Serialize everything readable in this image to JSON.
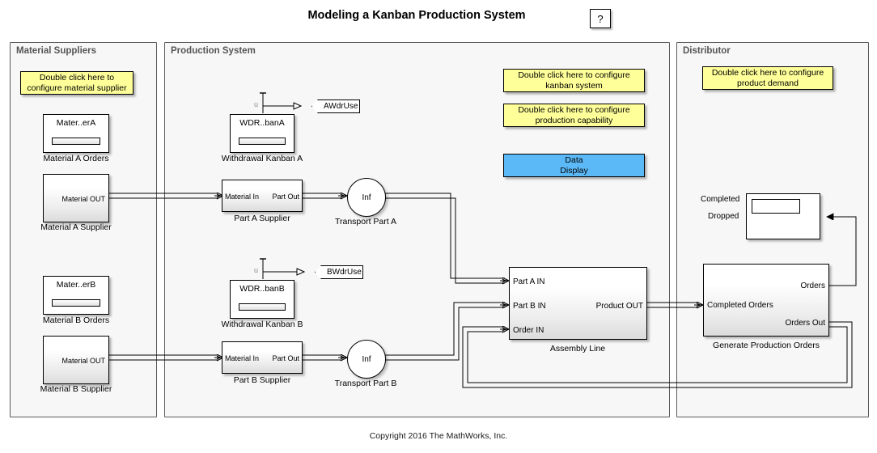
{
  "header": {
    "title": "Modeling a Kanban Production System",
    "help_label": "?",
    "help_icon": "question-mark-icon"
  },
  "footer": {
    "copyright": "Copyright 2016 The MathWorks, Inc."
  },
  "panels": {
    "material_suppliers": {
      "title": "Material Suppliers"
    },
    "production_system": {
      "title": "Production System"
    },
    "distributor": {
      "title": "Distributor"
    }
  },
  "notes": {
    "material_supplier": {
      "line1": "Double click here to",
      "line2": "configure material supplier",
      "color": "#ffff99"
    },
    "kanban_system": {
      "line1": "Double click here to configure",
      "line2": "kanban system",
      "color": "#ffff99"
    },
    "production_capability": {
      "line1": "Double click here to configure",
      "line2": "production capability",
      "color": "#ffff99"
    },
    "product_demand": {
      "line1": "Double click here to configure",
      "line2": "product demand",
      "color": "#ffff99"
    },
    "data_display": {
      "line1": "Data",
      "line2": "Display",
      "color": "#5cb9f7"
    }
  },
  "blocks": {
    "material_a_orders": {
      "inner": "Mater..erA",
      "caption": "Material A Orders"
    },
    "material_b_orders": {
      "inner": "Mater..erB",
      "caption": "Material B Orders"
    },
    "material_a_supplier": {
      "caption": "Material A Supplier",
      "out_port": "Material OUT"
    },
    "material_b_supplier": {
      "caption": "Material B Supplier",
      "out_port": "Material OUT"
    },
    "withdrawal_kanban_a": {
      "inner": "WDR..banA",
      "caption": "Withdrawal Kanban A",
      "in_port": "u"
    },
    "withdrawal_kanban_b": {
      "inner": "WDR..banB",
      "caption": "Withdrawal Kanban B",
      "in_port": "u"
    },
    "goto_awdruse": {
      "tag": "AWdrUse"
    },
    "goto_bwdruse": {
      "tag": "BWdrUse"
    },
    "part_a_supplier": {
      "caption": "Part A Supplier",
      "in_port": "Material In",
      "out_port": "Part Out"
    },
    "part_b_supplier": {
      "caption": "Part B Supplier",
      "in_port": "Material In",
      "out_port": "Part Out"
    },
    "transport_part_a": {
      "caption": "Transport Part A",
      "capacity": "Inf"
    },
    "transport_part_b": {
      "caption": "Transport Part B",
      "capacity": "Inf"
    },
    "assembly_line": {
      "caption": "Assembly Line",
      "in_ports": [
        "Part A IN",
        "Part B IN",
        "Order IN"
      ],
      "out_ports": [
        "Product OUT"
      ]
    },
    "generate_production_orders": {
      "caption": "Generate Production Orders",
      "in_ports": [
        "Completed Orders"
      ],
      "out_ports": [
        "Orders",
        "Orders Out"
      ]
    },
    "order_scope": {
      "left_labels": [
        "Completed",
        "Dropped"
      ]
    }
  }
}
